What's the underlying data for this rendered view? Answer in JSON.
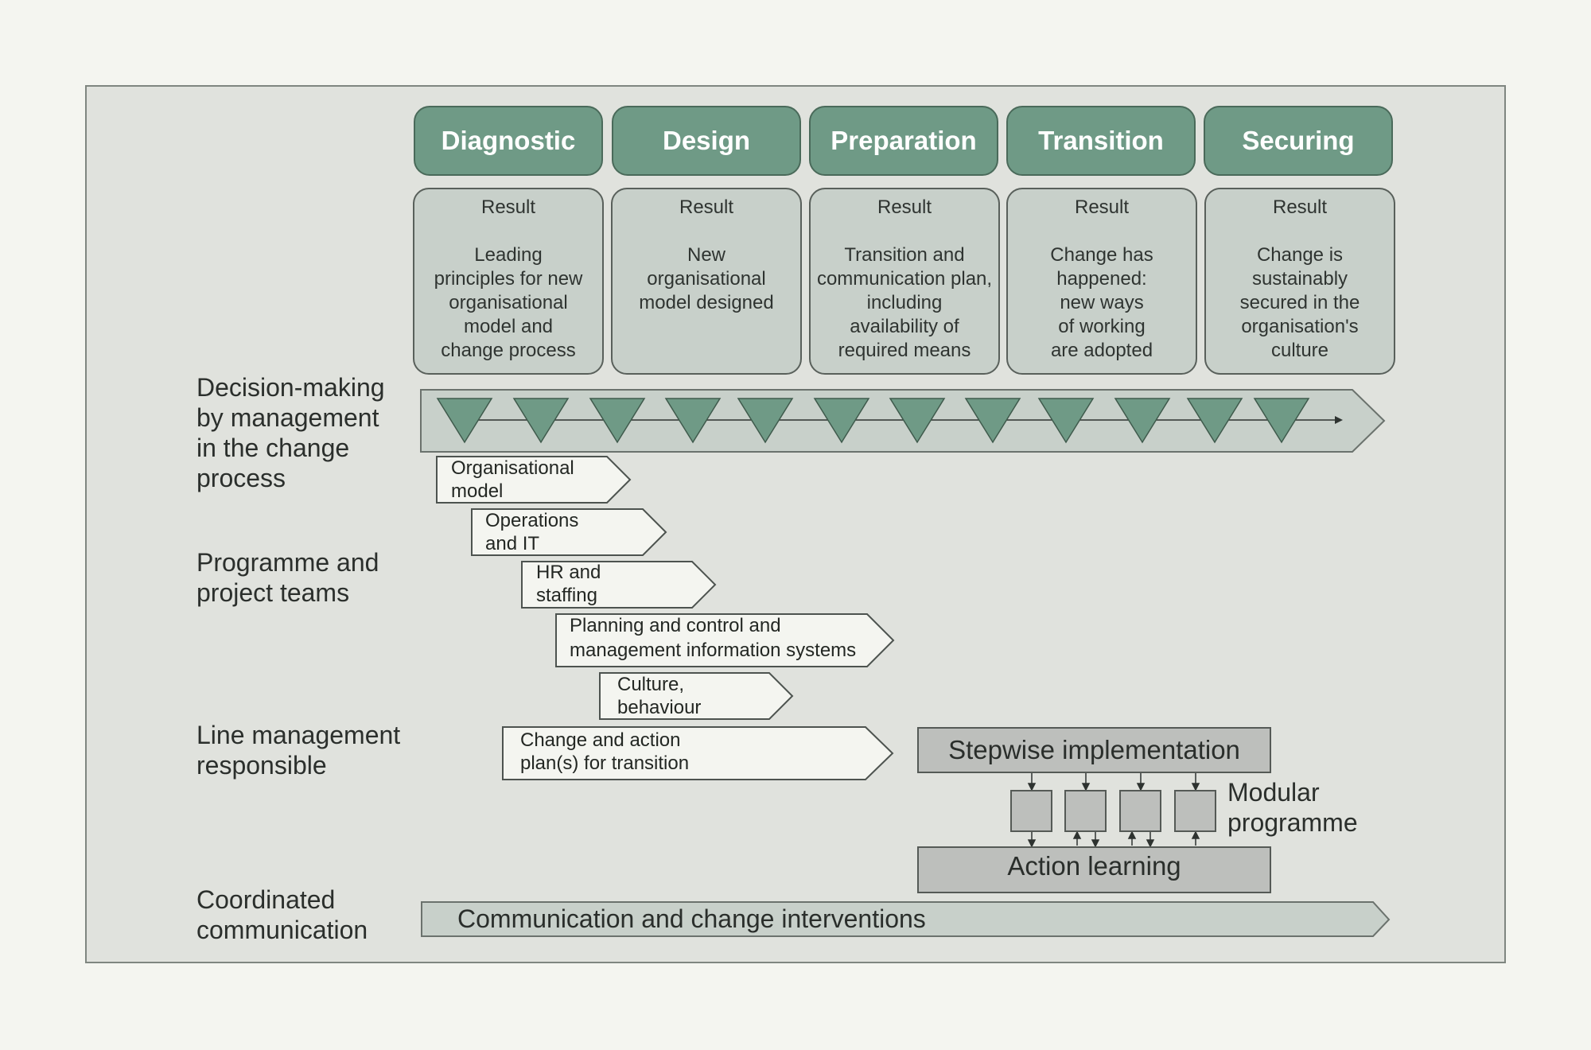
{
  "phases": [
    "Diagnostic",
    "Design",
    "Preparation",
    "Transition",
    "Securing"
  ],
  "results": [
    {
      "heading": "Result",
      "text": "Leading\nprinciples for new\norganisational\nmodel and\nchange process"
    },
    {
      "heading": "Result",
      "text": "New\norganisational\nmodel designed"
    },
    {
      "heading": "Result",
      "text": "Transition and\ncommunication plan,\nincluding\navailability of\nrequired means"
    },
    {
      "heading": "Result",
      "text": "Change has\nhappened:\nnew ways\nof working\nare adopted"
    },
    {
      "heading": "Result",
      "text": "Change is\nsustainably\nsecured in the\norganisation's\nculture"
    }
  ],
  "row_labels": {
    "decision": "Decision-making\nby management\nin the change\nprocess",
    "programme": "Programme and\nproject teams",
    "line": "Line management\nresponsible",
    "communication": "Coordinated\ncommunication"
  },
  "workstreams": [
    "Organisational\nmodel",
    "Operations\nand IT",
    "HR and\nstaffing",
    "Planning and control and\nmanagement information systems",
    "Culture,\nbehaviour",
    "Change and action\nplan(s) for transition"
  ],
  "decision_milestones": 12,
  "implementation": {
    "stepwise": "Stepwise implementation",
    "modular": "Modular\nprogramme",
    "action_learning": "Action learning",
    "module_count": 4
  },
  "communication_bar": "Communication and change interventions",
  "colors": {
    "phase_fill": "#6f9a86",
    "result_fill": "#c8d0ca",
    "triangle": "#6f9a86",
    "bar_fill": "#c8d0ca",
    "workstream_fill": "#f4f5f0",
    "grey_box": "#bdbfbc"
  }
}
